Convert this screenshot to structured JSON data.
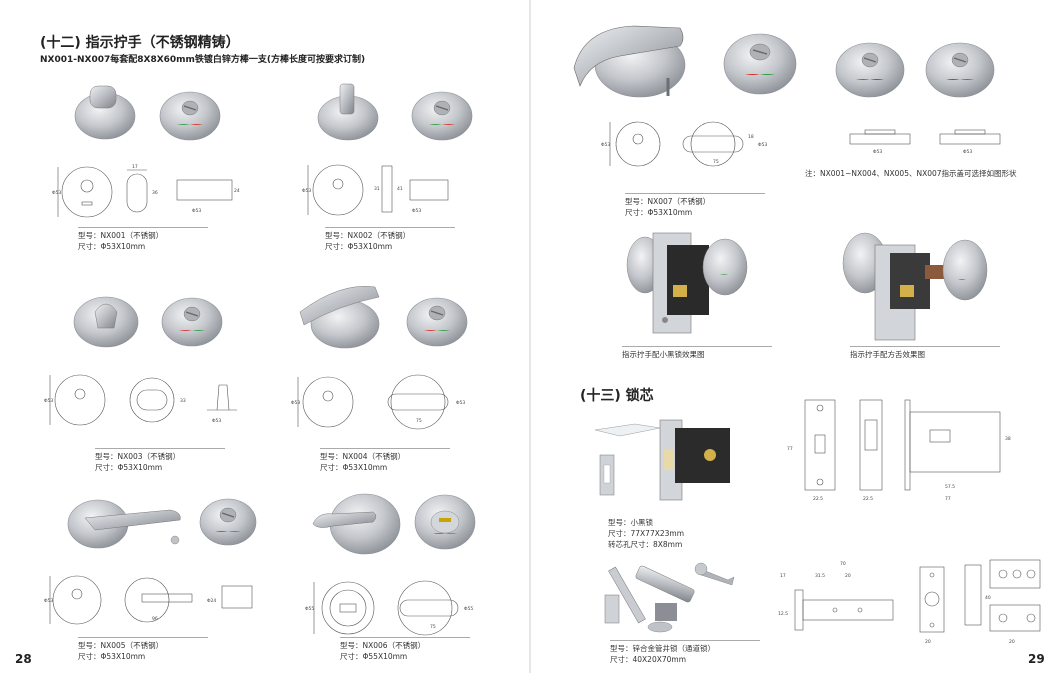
{
  "left_page": {
    "section_title": "(十二) 指示拧手（不锈钢精铸）",
    "subtitle": "NX001-NX007每套配8X8X60mm铁镀白锌方棒一支(方棒长度可按要求订制)",
    "page_number": "28",
    "products": [
      {
        "model": "型号：NX001（不锈钢）",
        "size": "尺寸：Φ53X10mm"
      },
      {
        "model": "型号：NX002（不锈钢）",
        "size": "尺寸：Φ53X10mm"
      },
      {
        "model": "型号：NX003（不锈钢）",
        "size": "尺寸：Φ53X10mm"
      },
      {
        "model": "型号：NX004（不锈钢）",
        "size": "尺寸：Φ53X10mm"
      },
      {
        "model": "型号：NX005（不锈钢）",
        "size": "尺寸：Φ53X10mm"
      },
      {
        "model": "型号：NX006（不锈钢）",
        "size": "尺寸：Φ55X10mm"
      }
    ]
  },
  "right_page": {
    "page_number": "29",
    "nx007": {
      "model": "型号：NX007（不锈钢）",
      "size": "尺寸：Φ53X10mm"
    },
    "note": "注：NX001~NX004、NX005、NX007指示盖可选择如图形状",
    "effect_captions": [
      "指示拧手配小黑锁效果图",
      "指示拧手配方舌效果图"
    ],
    "section_title": "(十三) 锁芯",
    "lock1": {
      "model": "型号：小黑锁",
      "size": "尺寸：77X77X23mm",
      "spindle": "转芯孔尺寸：8X8mm"
    },
    "lock2": {
      "model": "型号：锌合金管井锁（通道锁）",
      "size": "尺寸：40X20X70mm"
    }
  },
  "colors": {
    "steel": "#b8bcc2",
    "indicator_red": "#d62a20",
    "indicator_green": "#2a9a3a",
    "text": "#222222"
  }
}
